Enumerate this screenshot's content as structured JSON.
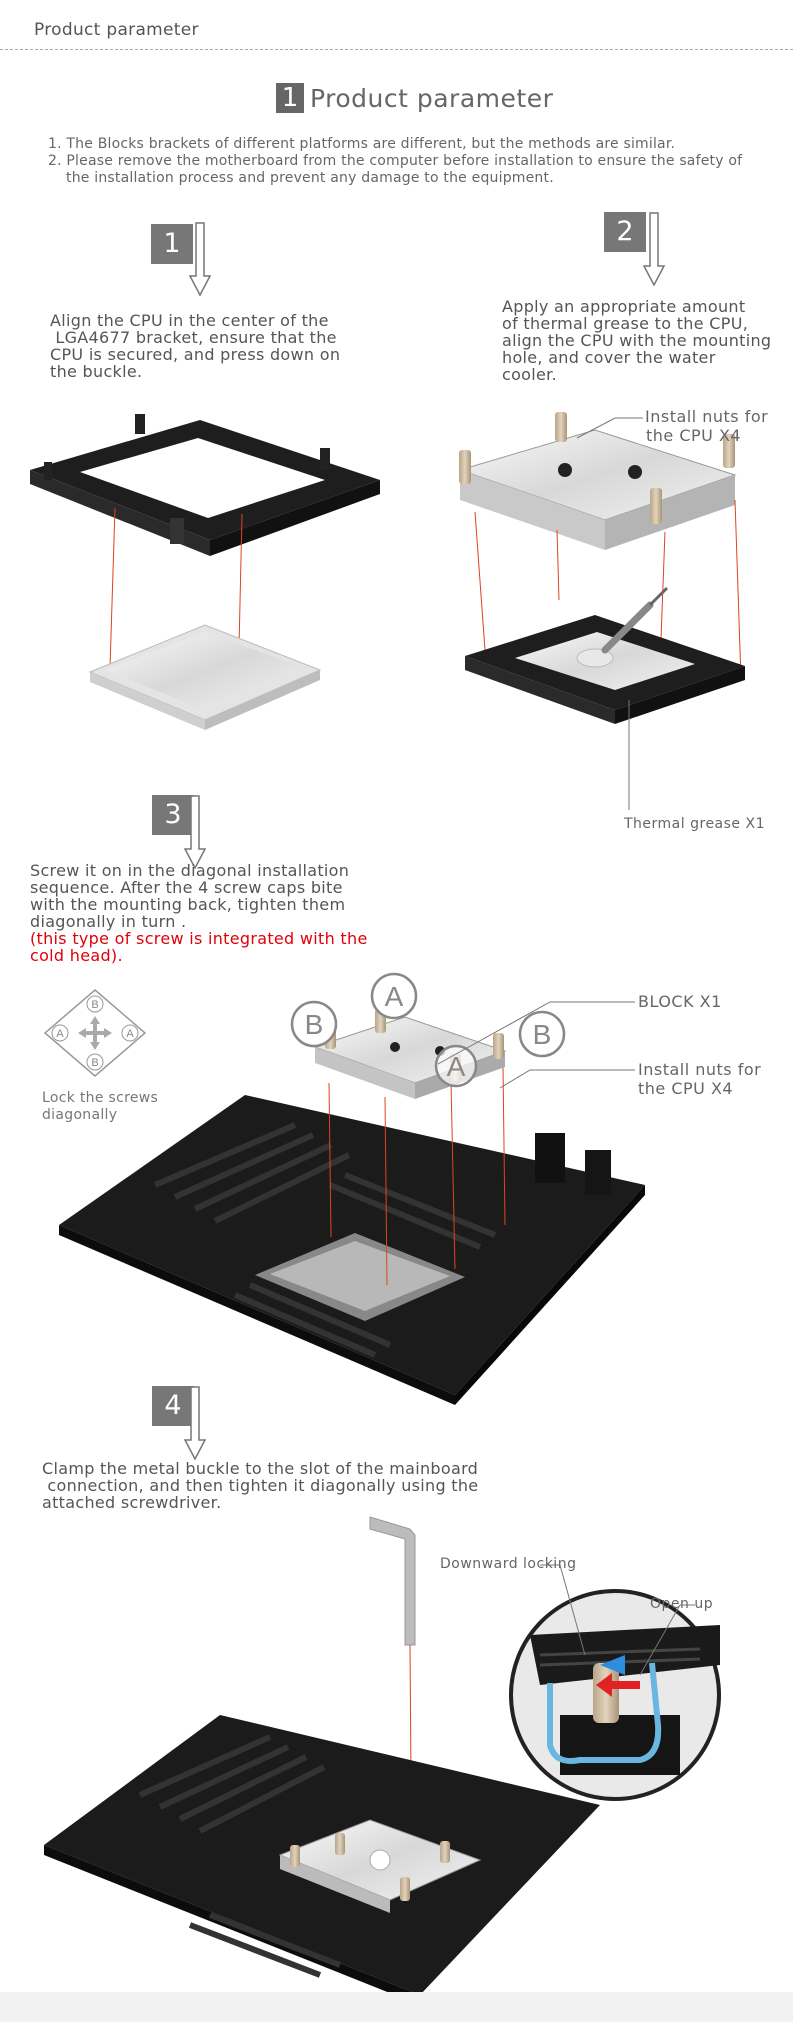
{
  "header": {
    "title": "Product parameter"
  },
  "section": {
    "number": "1",
    "title": "Product parameter"
  },
  "notes": [
    "1. The Blocks  brackets of different platforms are different, but the methods are similar.",
    "2. Please remove the motherboard from the computer before installation to ensure the safety of the installation process and prevent any damage to the equipment."
  ],
  "steps": [
    {
      "number": "1",
      "lines": [
        "Align the CPU in the center of the",
        " LGA4677 bracket, ensure that the",
        "CPU is secured, and press down on",
        "the buckle."
      ]
    },
    {
      "number": "2",
      "lines": [
        "Apply an appropriate amount",
        "of thermal grease to the CPU,",
        "align the CPU with the mounting",
        "hole, and cover the water",
        "cooler."
      ]
    },
    {
      "number": "3",
      "lines": [
        "Screw it on in the diagonal installation",
        "sequence. After the 4 screw caps bite",
        "with the mounting back, tighten them",
        "diagonally in turn ."
      ],
      "note_lines": [
        "(this type of screw is integrated with the",
        "cold head)."
      ]
    },
    {
      "number": "4",
      "lines": [
        "Clamp the metal buckle to the slot of the mainboard",
        " connection, and then tighten it diagonally using the",
        "attached screwdriver."
      ]
    }
  ],
  "callouts": {
    "install_nuts_1": [
      "Install nuts for",
      "the CPU X4"
    ],
    "thermal_grease": "Thermal grease X1",
    "block": "BLOCK X1",
    "install_nuts_2": [
      "Install nuts for",
      "the CPU X4"
    ],
    "lock_caption": [
      "Lock the screws",
      "diagonally"
    ],
    "downward_locking": "Downward locking",
    "open_up": "Open up"
  },
  "letters": {
    "a": "A",
    "b": "B"
  },
  "colors": {
    "accent_red": "#e0000a",
    "box_gray": "#777777",
    "board_black": "#1b1b1b"
  }
}
